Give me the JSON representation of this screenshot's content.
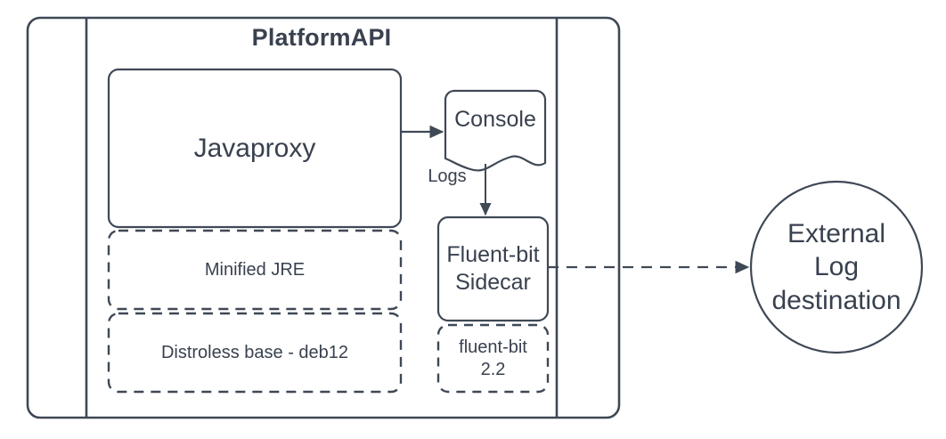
{
  "diagram": {
    "title": "PlatformAPI",
    "stroke_color": "#3f4855",
    "text_color": "#39414f",
    "background": "#ffffff",
    "nodes": {
      "javaproxy": {
        "label": "Javaproxy",
        "style": "solid-rounded-rect"
      },
      "minified_jre": {
        "label": "Minified JRE",
        "style": "dashed-rounded-rect"
      },
      "distroless_base": {
        "label": "Distroless base - deb12",
        "style": "dashed-rounded-rect"
      },
      "console": {
        "label": "Console",
        "style": "document-shape"
      },
      "fluentbit_sidecar": {
        "label": "Fluent-bit\nSidecar",
        "style": "solid-rounded-rect"
      },
      "fluentbit_version": {
        "label": "fluent-bit\n2.2",
        "style": "dashed-rounded-rect"
      },
      "external_log_destination": {
        "label": "External\nLog\ndestination",
        "style": "ellipse"
      }
    },
    "edges": [
      {
        "id": "javaproxy-to-console",
        "from": "javaproxy",
        "to": "console",
        "label": "Logs",
        "style": "solid",
        "arrow": "filled-triangle"
      },
      {
        "id": "console-to-sidecar",
        "from": "console",
        "to": "fluentbit_sidecar",
        "label": "",
        "style": "solid",
        "arrow": "filled-triangle"
      },
      {
        "id": "sidecar-to-external",
        "from": "fluentbit_sidecar",
        "to": "external_log_destination",
        "label": "",
        "style": "dashed",
        "arrow": "filled-triangle"
      }
    ],
    "edge_labels": {
      "logs": "Logs"
    }
  }
}
